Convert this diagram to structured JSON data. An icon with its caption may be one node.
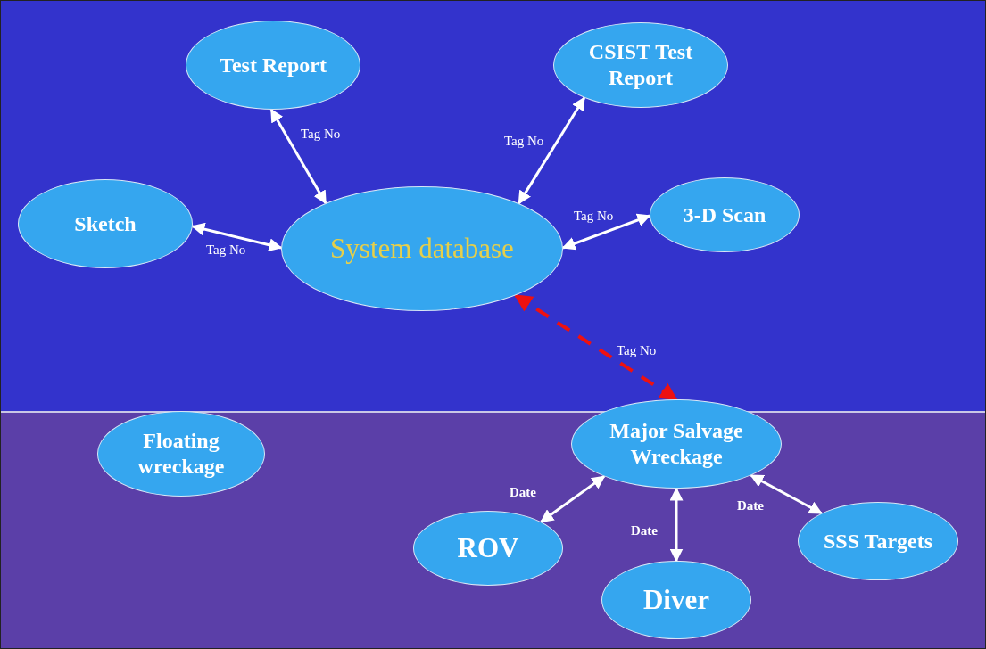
{
  "diagram": {
    "nodes": [
      {
        "text": [
          "Test Report"
        ]
      },
      {
        "text": [
          "CSIST Test Report"
        ]
      },
      {
        "text": [
          "Sketch"
        ]
      },
      {
        "text": [
          "System database"
        ]
      },
      {
        "text": [
          "3-D Scan"
        ]
      },
      {
        "text": [
          "Floating wreckage"
        ]
      },
      {
        "text": [
          "Major Salvage Wreckage"
        ]
      },
      {
        "text": [
          "ROV"
        ]
      },
      {
        "text": [
          "Diver"
        ]
      },
      {
        "text": [
          "SSS Targets"
        ]
      }
    ],
    "edges": [
      {
        "from": 0,
        "to": 3,
        "arrow": "both",
        "label": "Tag No"
      },
      {
        "from": 1,
        "to": 3,
        "arrow": "both",
        "label": "Tag No"
      },
      {
        "from": 2,
        "to": 3,
        "arrow": "both",
        "label": "Tag No"
      },
      {
        "from": 3,
        "to": 4,
        "arrow": "both",
        "label": "Tag No"
      },
      {
        "from": 3,
        "to": 6,
        "arrow": "both",
        "label": "Tag No",
        "style": "dashed",
        "color": "#ee1111"
      },
      {
        "from": 6,
        "to": 7,
        "arrow": "both",
        "label": "Date"
      },
      {
        "from": 6,
        "to": 8,
        "arrow": "both",
        "label": "Date"
      },
      {
        "from": 6,
        "to": 9,
        "arrow": "both",
        "label": "Date"
      }
    ]
  }
}
